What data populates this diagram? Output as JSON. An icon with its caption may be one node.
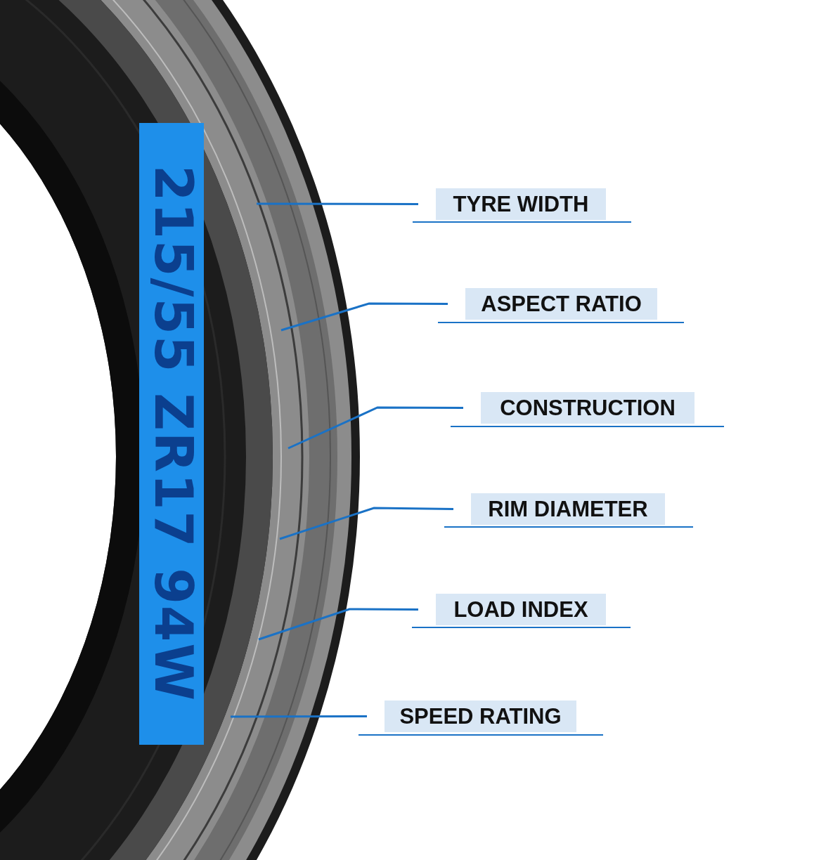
{
  "diagram": {
    "nodes": [
      {
        "text": [
          "215/55 ZR17 94W"
        ]
      },
      {
        "text": [
          "TYRE WIDTH"
        ]
      },
      {
        "text": [
          "ASPECT RATIO"
        ]
      },
      {
        "text": [
          "CONSTRUCTION"
        ]
      },
      {
        "text": [
          "RIM DIAMETER"
        ]
      },
      {
        "text": [
          "LOAD INDEX"
        ]
      },
      {
        "text": [
          "SPEED RATING"
        ]
      }
    ],
    "edges": [
      {
        "from": 1,
        "to": null,
        "arrow": "none"
      },
      {
        "from": 2,
        "to": null,
        "arrow": "none"
      },
      {
        "from": 3,
        "to": null,
        "arrow": "none"
      },
      {
        "from": 4,
        "to": null,
        "arrow": "none"
      },
      {
        "from": 5,
        "to": null,
        "arrow": "none"
      },
      {
        "from": 6,
        "to": null,
        "arrow": "none"
      }
    ]
  }
}
